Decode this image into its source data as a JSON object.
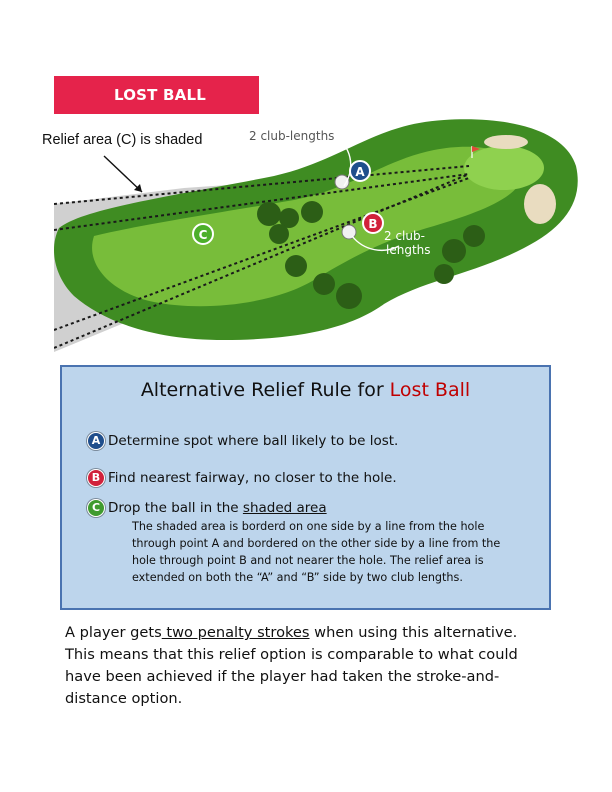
{
  "banner": {
    "title": "LOST BALL"
  },
  "diagram": {
    "callout": "Relief area (C) is shaded",
    "label_a_clubs": "2 club-lengths",
    "label_b_clubs_line1": "2 club-",
    "label_b_clubs_line2": "lengths",
    "marker_a": "A",
    "marker_b": "B",
    "marker_c": "C",
    "colors": {
      "fairway": "#5aa02a",
      "rough": "#3d7d1e",
      "shade": "#c8c8c8",
      "marker_a": "#1f4e8c",
      "marker_b": "#d1213b",
      "marker_c": "#4caf2a"
    }
  },
  "rule": {
    "title_prefix": "Alternative Relief Rule for ",
    "title_accent": "Lost Ball",
    "steps": [
      {
        "badge": "A",
        "text": "Determine spot where ball likely to be lost.",
        "color": "#1f4e8c"
      },
      {
        "badge": "B",
        "text": "Find nearest fairway, no closer to the hole.",
        "color": "#d1213b"
      },
      {
        "badge": "C",
        "text_prefix": "Drop the ball in the ",
        "text_underlined": "shaded area",
        "color": "#3f9b2f"
      }
    ],
    "detail": "The shaded area is borderd on one side by a line from the hole through point A and bordered on the other side by a line from the hole through point B and not nearer the hole. The relief area is extended on both the “A” and “B” side by two club lengths."
  },
  "footer": {
    "prefix": "A player gets",
    "underlined": " two penalty strokes",
    "suffix": " when using this alternative. This means that this relief option is comparable to what could have been achieved if the player had taken the stroke-and-distance option."
  }
}
